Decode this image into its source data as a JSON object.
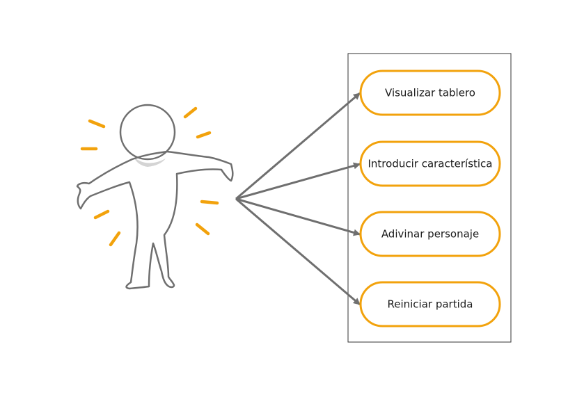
{
  "use_cases": [
    {
      "label": "Visualizar tablero"
    },
    {
      "label": "Introducir característica"
    },
    {
      "label": "Adivinar personaje"
    },
    {
      "label": "Reiniciar partida"
    }
  ],
  "colors": {
    "ellipse_stroke": "#f2a20c",
    "arrow": "#6f6f6f",
    "figure_outline": "#6f6f6f",
    "figure_rays": "#f2a20c",
    "boundary": "#333333"
  }
}
